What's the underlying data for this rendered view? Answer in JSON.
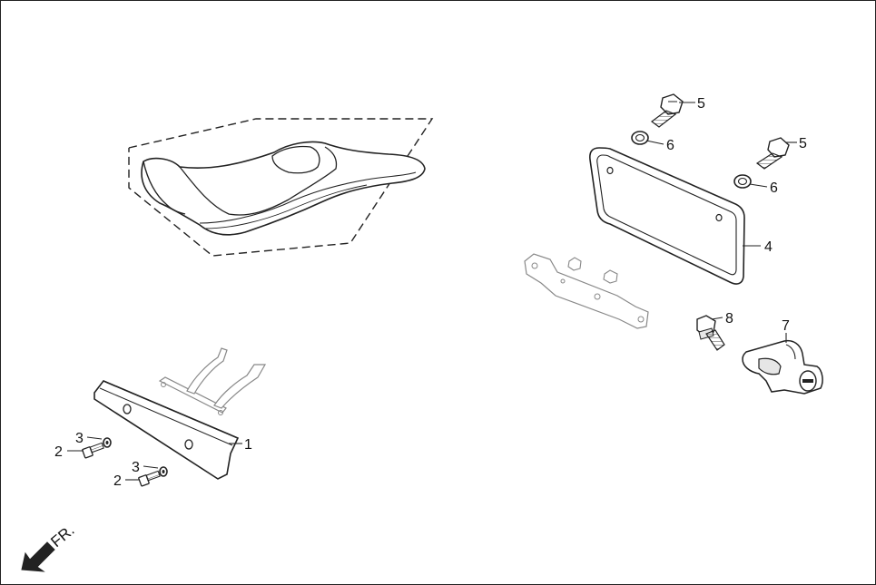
{
  "diagram": {
    "callouts": {
      "c1": "1",
      "c2a": "2",
      "c2b": "2",
      "c3a": "3",
      "c3b": "3",
      "c4": "4",
      "c5a": "5",
      "c5b": "5",
      "c6a": "6",
      "c6b": "6",
      "c7": "7",
      "c8": "8"
    },
    "direction_label": "FR.",
    "line_color": "#222222",
    "part_fill": "#ffffff",
    "shade_fill": "#e6e6e6"
  }
}
